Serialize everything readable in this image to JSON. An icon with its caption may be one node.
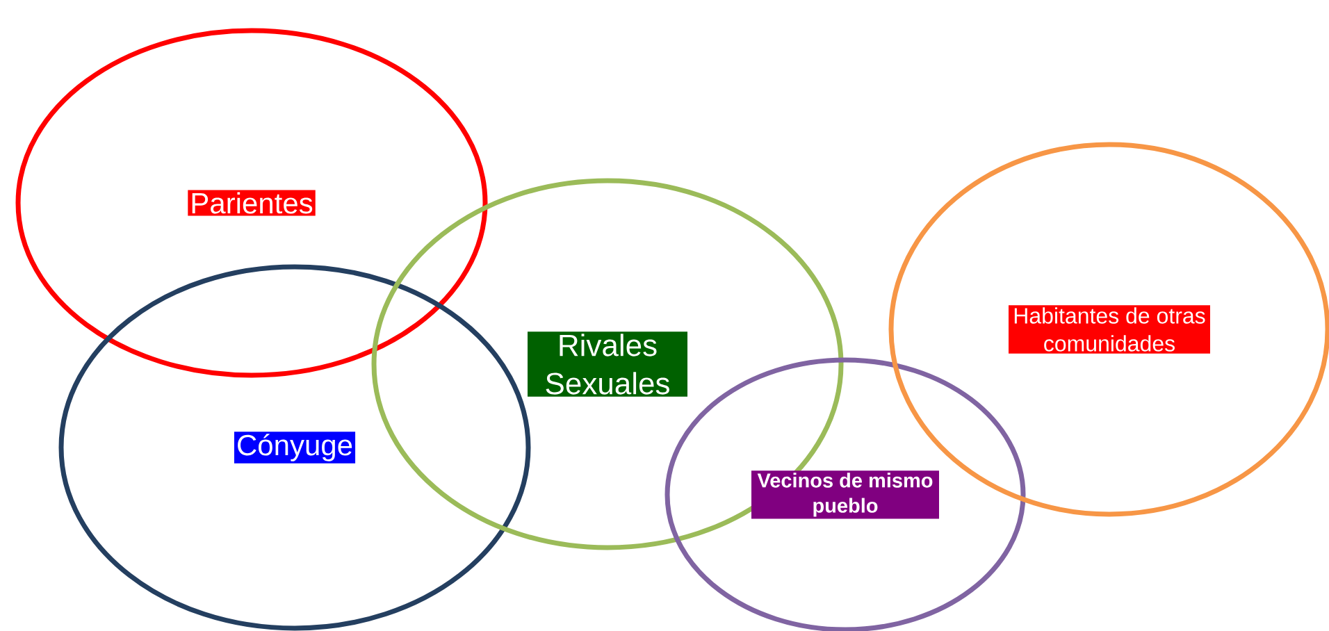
{
  "diagram": {
    "nodes": [
      {
        "text": [
          "Parientes"
        ]
      },
      {
        "text": [
          "Cónyuge"
        ]
      },
      {
        "text": [
          "Rivales Sexuales"
        ]
      },
      {
        "text": [
          "Vecinos de mismo pueblo"
        ]
      },
      {
        "text": [
          "Habitantes de otras comunidades"
        ]
      }
    ]
  }
}
